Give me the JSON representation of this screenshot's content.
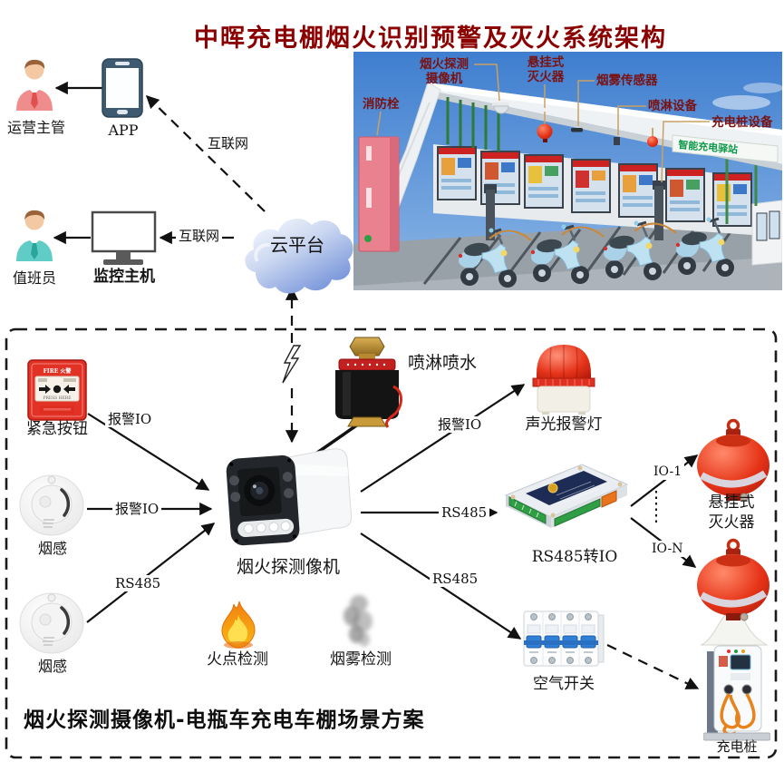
{
  "title": "中晖充电棚烟火识别预警及灭火系统架构",
  "colors": {
    "title": "#8b0000",
    "callout_text": "#7a1212",
    "leader_line": "#c9a063",
    "line": "#111111",
    "alarm_red": "#e23226",
    "cloud_blue": "#6f8fd8"
  },
  "platform": {
    "operator": "运营主管",
    "app": "APP",
    "internet_app": "互联网",
    "duty_officer": "值班员",
    "monitor_host": "监控主机",
    "internet_monitor": "互联网",
    "cloud": "云平台"
  },
  "header_photo": {
    "sign": "智能充电驿站",
    "callouts": {
      "hydrant": "消防栓",
      "camera1": "烟火探测",
      "camera2": "摄像机",
      "extinguisher1": "悬挂式",
      "extinguisher2": "灭火器",
      "smoke_sensor": "烟雾传感器",
      "sprinkler": "喷淋设备",
      "charger": "充电桩设备"
    }
  },
  "scene": {
    "caption": "烟火探测摄像机-电瓶车充电车棚场景方案",
    "emergency_button": "紧急按钮",
    "button_fire_text": "FIRE 火警",
    "button_press_text": "PRESS HERE",
    "smoke_detector_1": "烟感",
    "smoke_detector_2": "烟感",
    "camera": "烟火探测像机",
    "fire_detection": "火点检测",
    "smoke_detection": "烟雾检测",
    "sprinkler_valve": "喷淋喷水",
    "alarm_light": "声光报警灯",
    "io_module": "RS485转IO",
    "hanging_ext_1": "悬挂式",
    "hanging_ext_2": "灭火器",
    "air_switch": "空气开关",
    "charging_pile": "充电桩",
    "links": {
      "button_alarm_io": "报警IO",
      "smoke1_alarm_io": "报警IO",
      "smoke2_rs485": "RS485",
      "alarm_light_io": "报警IO",
      "module_rs485": "RS485",
      "air_switch_rs485": "RS485",
      "io_1": "IO-1",
      "io_n": "IO-N"
    }
  }
}
